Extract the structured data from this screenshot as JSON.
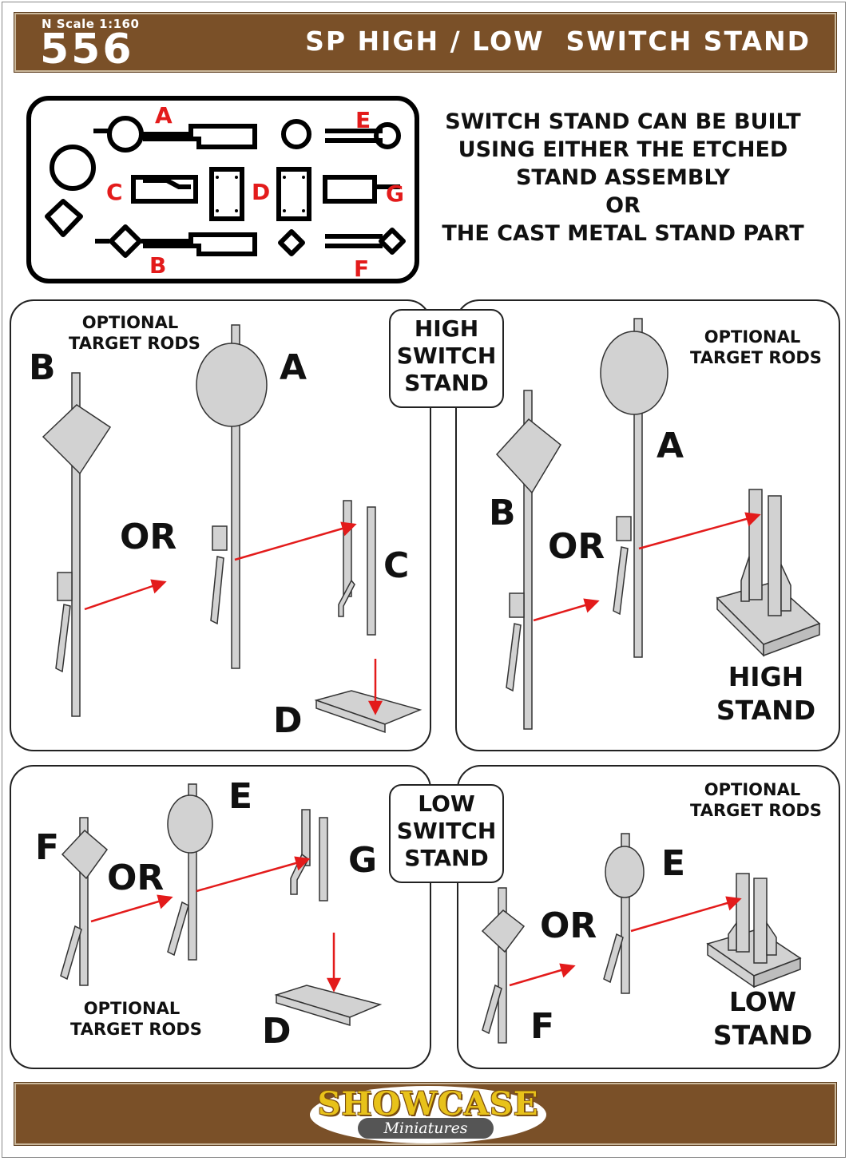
{
  "header": {
    "scale": "N  Scale  1:160",
    "product_number": "556",
    "title": "SP HIGH / LOW  SWITCH STAND"
  },
  "fret": {
    "labels": {
      "a": "A",
      "b": "B",
      "c": "C",
      "d": "D",
      "e": "E",
      "f": "F",
      "g": "G"
    }
  },
  "note": {
    "lines": [
      "SWITCH STAND CAN BE BUILT",
      "USING EITHER THE ETCHED",
      "STAND ASSEMBLY",
      "OR",
      "THE CAST METAL STAND PART"
    ]
  },
  "high_section": {
    "tag_lines": [
      "HIGH",
      "SWITCH",
      "STAND"
    ],
    "left_panel": {
      "optional_lines": [
        "OPTIONAL",
        "TARGET RODS"
      ],
      "label_b": "B",
      "label_a": "A",
      "label_or": "OR",
      "label_c": "C",
      "label_d": "D"
    },
    "right_panel": {
      "optional_lines": [
        "OPTIONAL",
        "TARGET RODS"
      ],
      "label_a": "A",
      "label_b": "B",
      "label_or": "OR",
      "stand_lines": [
        "HIGH",
        "STAND"
      ]
    }
  },
  "low_section": {
    "tag_lines": [
      "LOW",
      "SWITCH",
      "STAND"
    ],
    "left_panel": {
      "optional_lines": [
        "OPTIONAL",
        "TARGET RODS"
      ],
      "label_e": "E",
      "label_f": "F",
      "label_or": "OR",
      "label_g": "G",
      "label_d": "D"
    },
    "right_panel": {
      "optional_lines": [
        "OPTIONAL",
        "TARGET RODS"
      ],
      "label_e": "E",
      "label_f": "F",
      "label_or": "OR",
      "stand_lines": [
        "LOW",
        "STAND"
      ]
    }
  },
  "footer": {
    "logo_main": "SHOWCASE",
    "logo_sub": "Miniatures"
  },
  "colors": {
    "header_brown": "#7a5028",
    "arrow_red": "#e31b1b",
    "part_gray": "#cfcfcf",
    "logo_gold": "#e8c21a"
  }
}
